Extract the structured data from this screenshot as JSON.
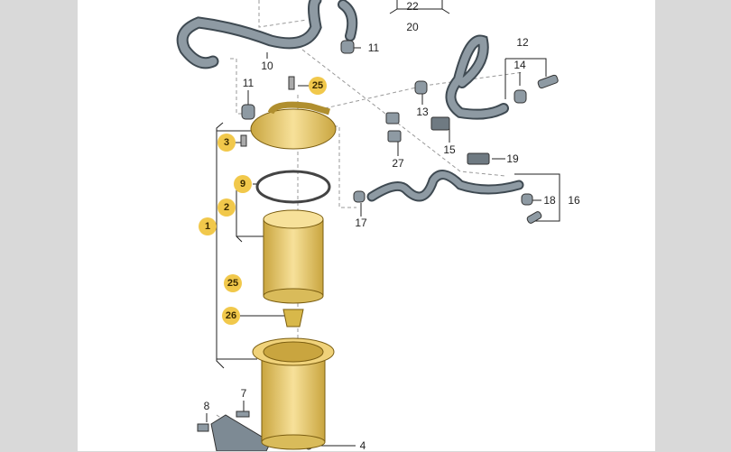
{
  "diagram": {
    "title": "Fuel filter assembly exploded view",
    "accent_color": "#f1c84b",
    "callouts": [
      {
        "id": "c22",
        "text": "22",
        "highlighted": false
      },
      {
        "id": "c20",
        "text": "20",
        "highlighted": false
      },
      {
        "id": "c11a",
        "text": "11",
        "highlighted": false
      },
      {
        "id": "c10",
        "text": "10",
        "highlighted": false
      },
      {
        "id": "c12",
        "text": "12",
        "highlighted": false
      },
      {
        "id": "c14",
        "text": "14",
        "highlighted": false
      },
      {
        "id": "c25a",
        "text": "25",
        "highlighted": true
      },
      {
        "id": "c11b",
        "text": "11",
        "highlighted": false
      },
      {
        "id": "c13",
        "text": "13",
        "highlighted": false
      },
      {
        "id": "c3",
        "text": "3",
        "highlighted": true
      },
      {
        "id": "c15",
        "text": "15",
        "highlighted": false
      },
      {
        "id": "c19",
        "text": "19",
        "highlighted": false
      },
      {
        "id": "c27",
        "text": "27",
        "highlighted": false
      },
      {
        "id": "c9",
        "text": "9",
        "highlighted": true
      },
      {
        "id": "c2",
        "text": "2",
        "highlighted": true
      },
      {
        "id": "c1",
        "text": "1",
        "highlighted": true
      },
      {
        "id": "c18",
        "text": "18",
        "highlighted": false
      },
      {
        "id": "c16",
        "text": "16",
        "highlighted": false
      },
      {
        "id": "c17",
        "text": "17",
        "highlighted": false
      },
      {
        "id": "c25b",
        "text": "25",
        "highlighted": true
      },
      {
        "id": "c26",
        "text": "26",
        "highlighted": true
      },
      {
        "id": "c7",
        "text": "7",
        "highlighted": false
      },
      {
        "id": "c8",
        "text": "8",
        "highlighted": false
      },
      {
        "id": "c4",
        "text": "4",
        "highlighted": false
      }
    ]
  }
}
